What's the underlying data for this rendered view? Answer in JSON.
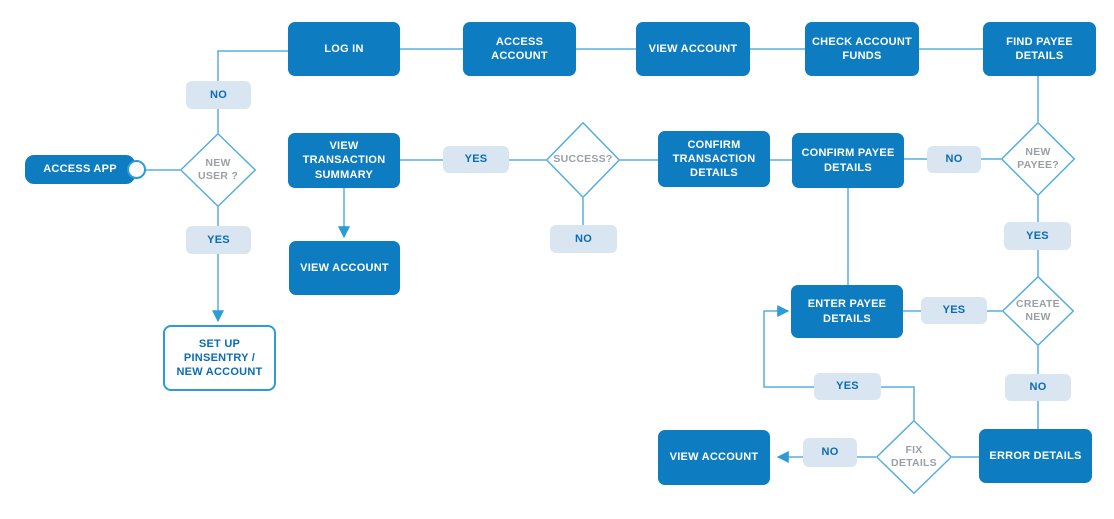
{
  "diagram": {
    "type": "flowchart",
    "description": "Banking app user flow diagram"
  },
  "colors": {
    "process_fill": "#0d7cc1",
    "process_text": "#ffffff",
    "chip_fill": "#d9e6f2",
    "chip_text": "#0a6cb5",
    "line_color": "#58ade0",
    "arrow_color": "#2b9cd8",
    "diamond_text": "#9aa0a5",
    "outline_text": "#0a6cb5",
    "bg": "#ffffff"
  },
  "nodes": {
    "access_app": {
      "label": "ACCESS APP",
      "shape": "terminator"
    },
    "log_in": {
      "label": "LOG IN",
      "shape": "process"
    },
    "access_account": {
      "label": "ACCESS\nACCOUNT",
      "shape": "process"
    },
    "view_account_top": {
      "label": "VIEW ACCOUNT",
      "shape": "process"
    },
    "check_account_funds": {
      "label": "CHECK ACCOUNT\nFUNDS",
      "shape": "process"
    },
    "find_payee_details": {
      "label": "FIND PAYEE\nDETAILS",
      "shape": "process"
    },
    "new_user": {
      "label": "NEW\nUSER ?",
      "shape": "decision"
    },
    "set_up_pinsentry": {
      "label": "SET UP\nPINSENTRY /\nNEW ACCOUNT",
      "shape": "outline"
    },
    "view_transaction_summary": {
      "label": "VIEW\nTRANSACTION\nSUMMARY",
      "shape": "process"
    },
    "view_account_mid": {
      "label": "VIEW ACCOUNT",
      "shape": "process"
    },
    "success": {
      "label": "SUCCESS?",
      "shape": "decision"
    },
    "confirm_transaction_details": {
      "label": "CONFIRM\nTRANSACTION\nDETAILS",
      "shape": "process"
    },
    "confirm_payee_details": {
      "label": "CONFIRM PAYEE\nDETAILS",
      "shape": "process"
    },
    "new_payee": {
      "label": "NEW\nPAYEE?",
      "shape": "decision"
    },
    "create_new": {
      "label": "CREATE\nNEW",
      "shape": "decision"
    },
    "enter_payee_details": {
      "label": "ENTER PAYEE\nDETAILS",
      "shape": "process"
    },
    "error_details": {
      "label": "ERROR DETAILS",
      "shape": "process"
    },
    "fix_details": {
      "label": "FIX\nDETAILS",
      "shape": "decision"
    },
    "view_account_bottom": {
      "label": "VIEW ACCOUNT",
      "shape": "process"
    }
  },
  "edge_labels": {
    "new_user_no": "NO",
    "new_user_yes": "YES",
    "summary_yes": "YES",
    "success_no": "NO",
    "payee_no": "NO",
    "new_payee_yes": "YES",
    "create_new_yes": "YES",
    "create_new_no": "NO",
    "fix_details_yes": "YES",
    "fix_details_no": "NO"
  }
}
